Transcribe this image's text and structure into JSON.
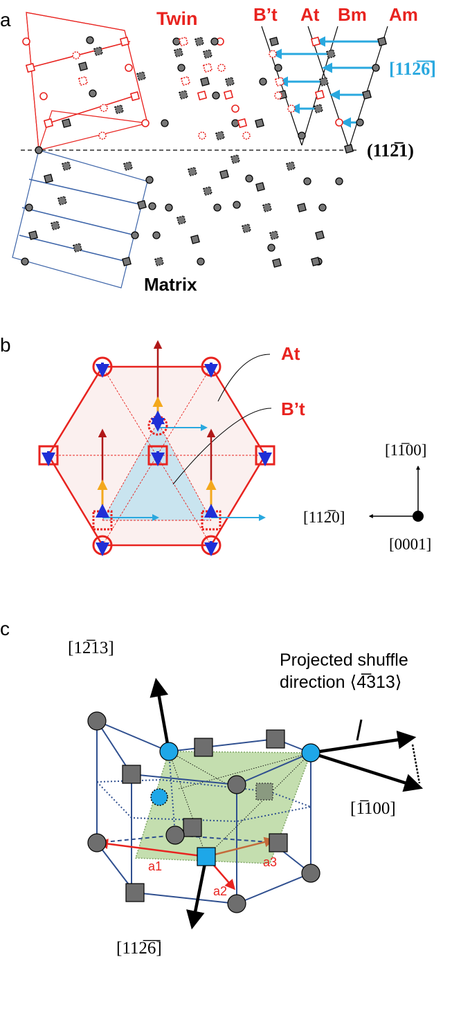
{
  "panel_a": {
    "letter": "a",
    "label_twin": "Twin",
    "label_matrix": "Matrix",
    "label_bt": "B’t",
    "label_at": "At",
    "label_bm": "Bm",
    "label_am": "Am",
    "label_shear_dir": "[112̅6̅]",
    "label_plane": "(112̅1)"
  },
  "panel_b": {
    "letter": "b",
    "label_at": "At",
    "label_bt": "B’t",
    "axis_up": "[11̅00]",
    "axis_left": "[112̅0]",
    "axis_out": "[0001]"
  },
  "panel_c": {
    "letter": "c",
    "dir_top": "[12̅13]",
    "shuffle_line1": "Projected  shuffle",
    "shuffle_line2": "direction ⟨4̅313⟩",
    "dir_right": "[1̅100]",
    "dir_bottom": "[112̅6̅]",
    "a1": "a1",
    "a2": "a2",
    "a3": "a3"
  },
  "colors": {
    "twin_red": "#e8231f",
    "matrix_blue": "#3b63a8",
    "cyan": "#29a8df",
    "dark_red": "#b01818",
    "orange": "#f3a81c",
    "arrow_blue": "#1f2fd6",
    "plane_green": "#9fc98a",
    "cell_blue": "#2f4f8f",
    "atom_gray": "#6e6e6e",
    "atom_cyan": "#1ea7e8"
  }
}
